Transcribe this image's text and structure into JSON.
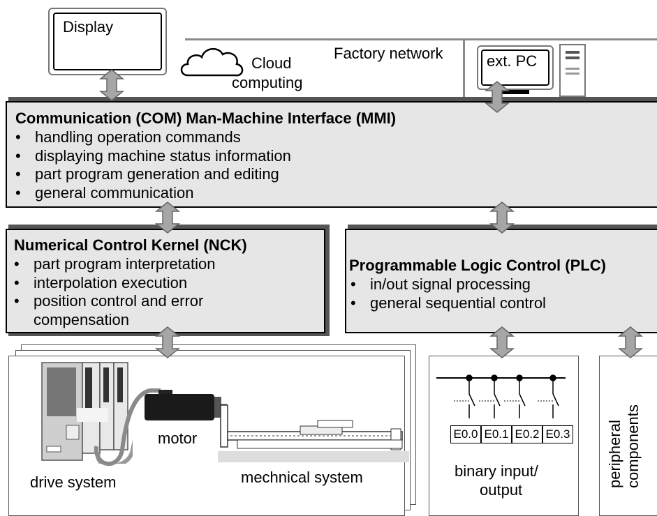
{
  "display": {
    "label": "Display"
  },
  "cloud": {
    "label_line1": "Cloud",
    "label_line2": "computing"
  },
  "network": {
    "label": "Factory network"
  },
  "ext_pc": {
    "label": "ext. PC"
  },
  "mmi": {
    "title": "Communication (COM) Man-Machine Interface (MMI)",
    "items": [
      "handling operation commands",
      "displaying machine status information",
      "part program generation and editing",
      "general communication"
    ]
  },
  "nck": {
    "title": "Numerical Control Kernel (NCK)",
    "items": [
      "part program interpretation",
      "interpolation execution",
      "position control and error",
      "compensation"
    ]
  },
  "plc": {
    "title": "Programmable Logic Control (PLC)",
    "items": [
      "in/out signal processing",
      "general sequential control"
    ]
  },
  "machine": {
    "drive_label": "drive system",
    "motor_label": "motor",
    "mech_label": "mechnical system"
  },
  "io": {
    "label_line1": "binary input/",
    "label_line2": "output",
    "channels": [
      "E0.0",
      "E0.1",
      "E0.2",
      "E0.3"
    ]
  },
  "peripheral": {
    "label_line1": "peripheral",
    "label_line2": "components"
  },
  "colors": {
    "box_fill": "#e6e6e6",
    "arrow_fill": "#a6a6a6",
    "shadow": "#555555"
  }
}
